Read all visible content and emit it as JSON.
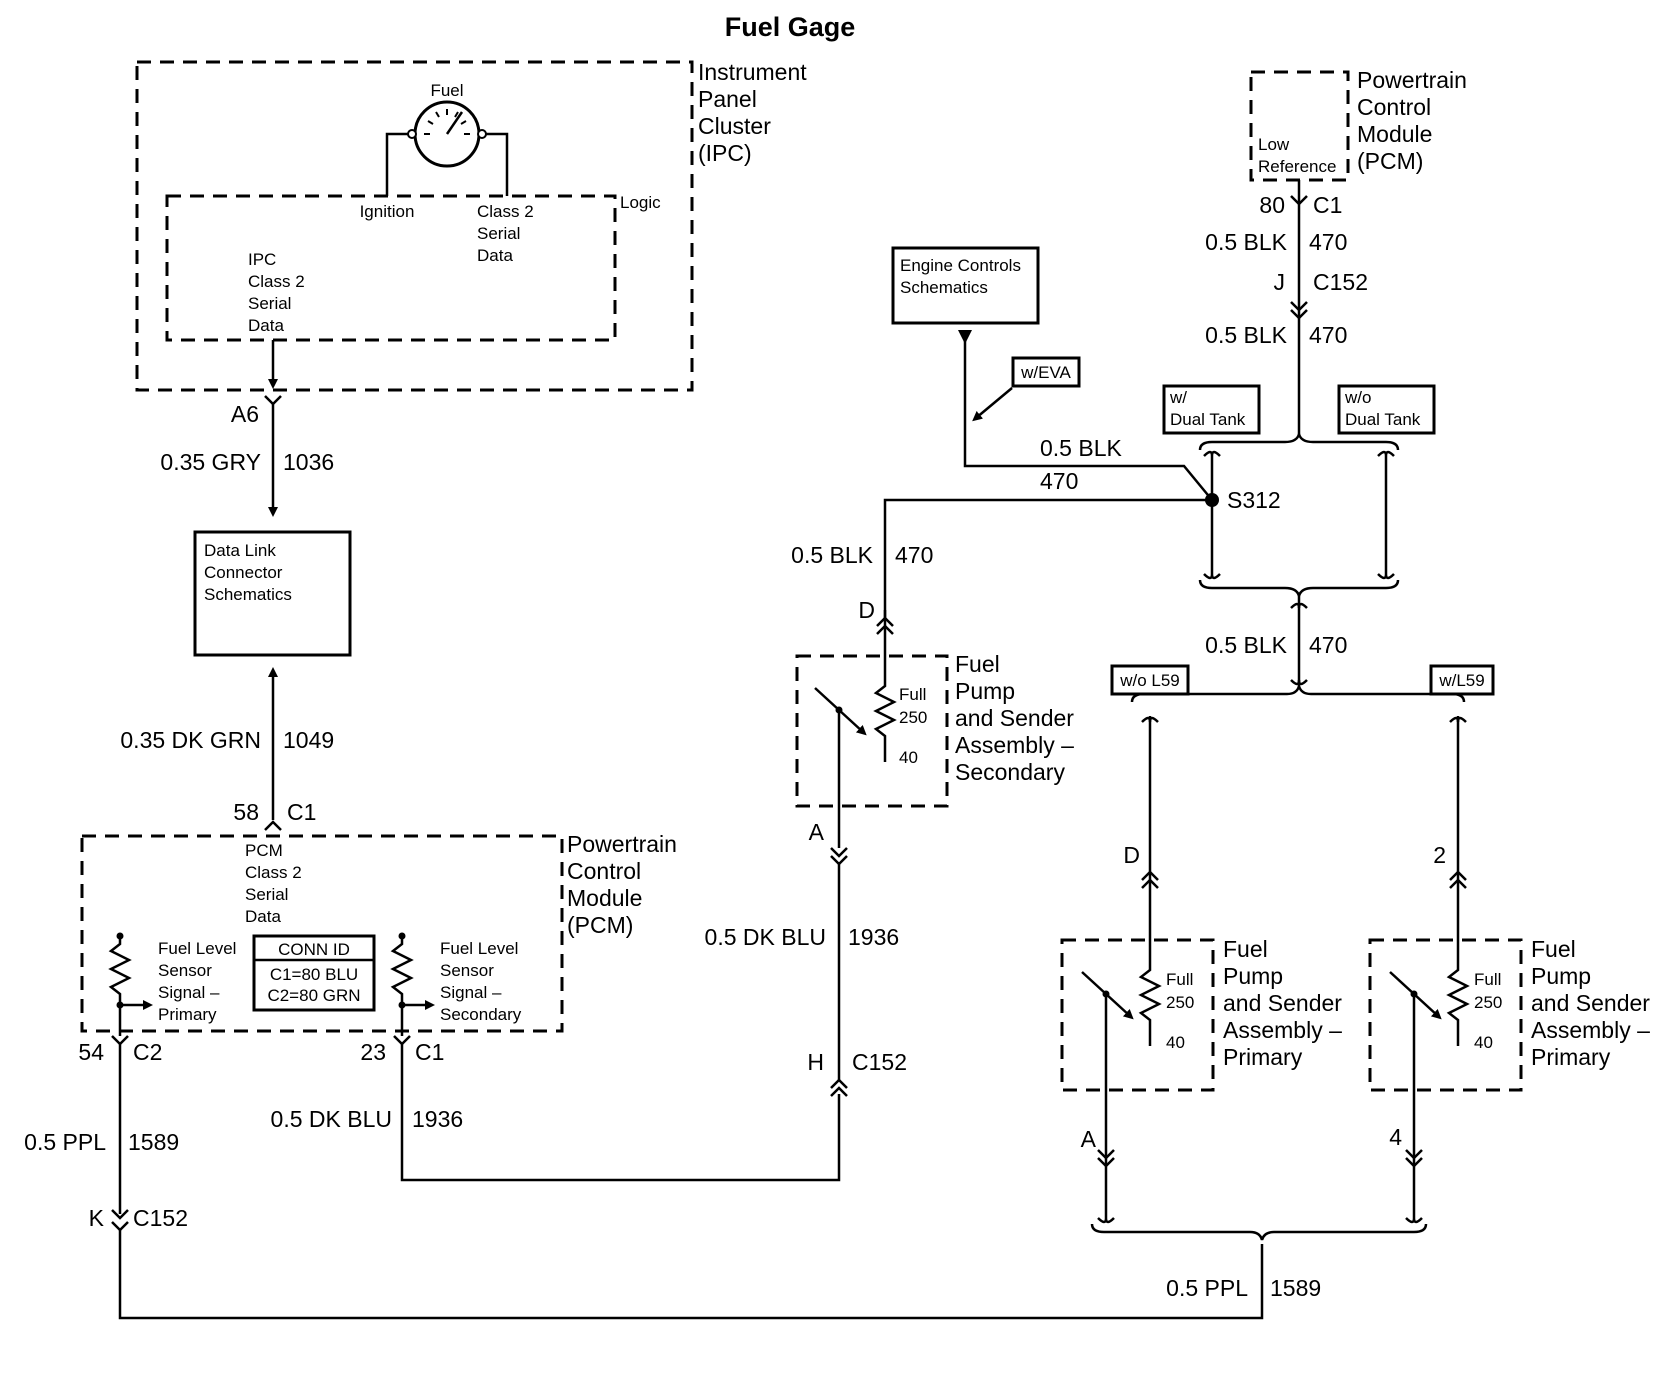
{
  "title": "Fuel Gage",
  "ipc": {
    "name_lines": [
      "Instrument",
      "Panel",
      "Cluster",
      "(IPC)"
    ],
    "gauge_label": "Fuel",
    "logic_label": "Logic",
    "ignition_label": "Ignition",
    "class2_lines": [
      "Class 2",
      "Serial",
      "Data"
    ],
    "ipc_class2_lines": [
      "IPC",
      "Class 2",
      "Serial",
      "Data"
    ],
    "pin": "A6"
  },
  "pcm_top": {
    "name_lines": [
      "Powertrain",
      "Control",
      "Module",
      "(PCM)"
    ],
    "low_ref_lines": [
      "Low",
      "Reference"
    ],
    "pin": "80",
    "conn": "C1"
  },
  "pcm_bottom": {
    "name_lines": [
      "Powertrain",
      "Control",
      "Module",
      "(PCM)"
    ],
    "class2_lines": [
      "PCM",
      "Class 2",
      "Serial",
      "Data"
    ],
    "pin_top": "58",
    "conn_top": "C1",
    "sensor_primary_lines": [
      "Fuel Level",
      "Sensor",
      "Signal –",
      "Primary"
    ],
    "sensor_secondary_lines": [
      "Fuel Level",
      "Sensor",
      "Signal –",
      "Secondary"
    ],
    "conn_id_lines": [
      "CONN ID",
      "C1=80 BLU",
      "C2=80 GRN"
    ],
    "pin_primary": "54",
    "conn_primary": "C2",
    "pin_secondary": "23",
    "conn_secondary": "C1"
  },
  "dlc_lines": [
    "Data Link",
    "Connector",
    "Schematics"
  ],
  "ecs_lines": [
    "Engine Controls",
    "Schematics"
  ],
  "wires": {
    "w1036_gauge": "0.35 GRY",
    "w1036_num": "1036",
    "w1049_gauge": "0.35 DK GRN",
    "w1049_num": "1049",
    "w470_gauge": "0.5 BLK",
    "w470_num": "470",
    "w1936_gauge": "0.5 DK BLU",
    "w1936_num": "1936",
    "w1589_gauge": "0.5 PPL",
    "w1589_num": "1589"
  },
  "connectors": {
    "c152": "C152",
    "pin_j": "J",
    "pin_h": "H",
    "pin_k": "K",
    "pin_d": "D",
    "pin_a": "A",
    "pin_2": "2",
    "pin_4": "4"
  },
  "splice": "S312",
  "options": {
    "w_eva": "w/EVA",
    "w_dual_lines": [
      "w/",
      "Dual Tank"
    ],
    "wo_dual_lines": [
      "w/o",
      "Dual Tank"
    ],
    "wo_l59": "w/o L59",
    "w_l59": "w/L59"
  },
  "sender": {
    "full": "Full",
    "ohms": "250",
    "low": "40",
    "secondary_lines": [
      "Fuel",
      "Pump",
      "and Sender",
      "Assembly –",
      "Secondary"
    ],
    "primary_lines": [
      "Fuel",
      "Pump",
      "and Sender",
      "Assembly –",
      "Primary"
    ]
  }
}
